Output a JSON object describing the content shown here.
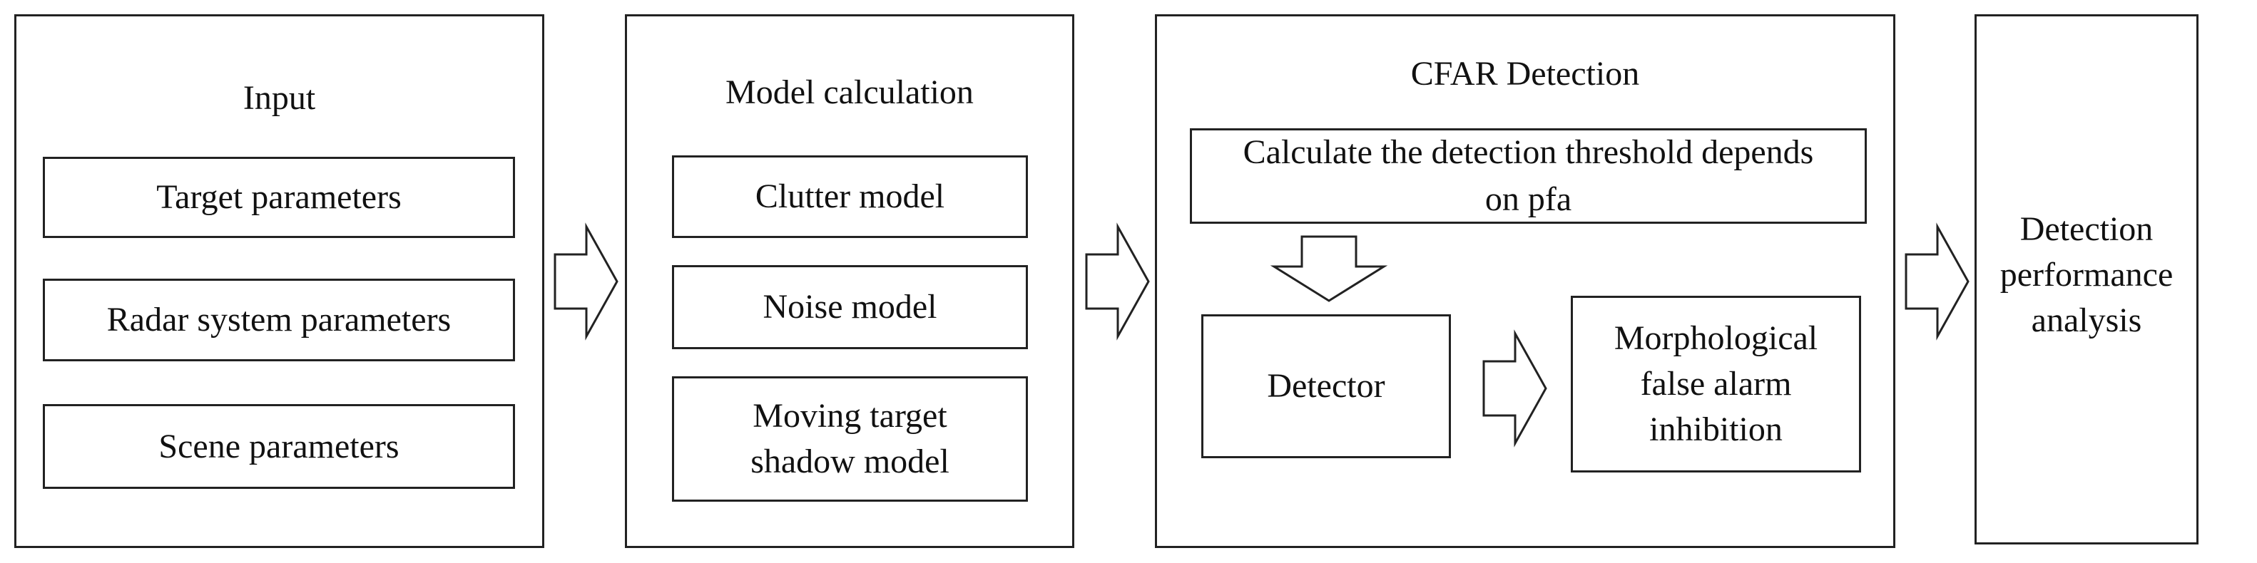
{
  "input": {
    "title": "Input",
    "items": [
      "Target parameters",
      "Radar system parameters",
      "Scene parameters"
    ]
  },
  "model": {
    "title": "Model calculation",
    "items": [
      "Clutter model",
      "Noise model",
      "Moving target shadow model"
    ]
  },
  "cfar": {
    "title": "CFAR Detection",
    "threshold": "Calculate the detection threshold depends on pfa",
    "detector": "Detector",
    "morph": "Morphological false alarm inhibition"
  },
  "analysis": {
    "label": "Detection performance analysis"
  }
}
